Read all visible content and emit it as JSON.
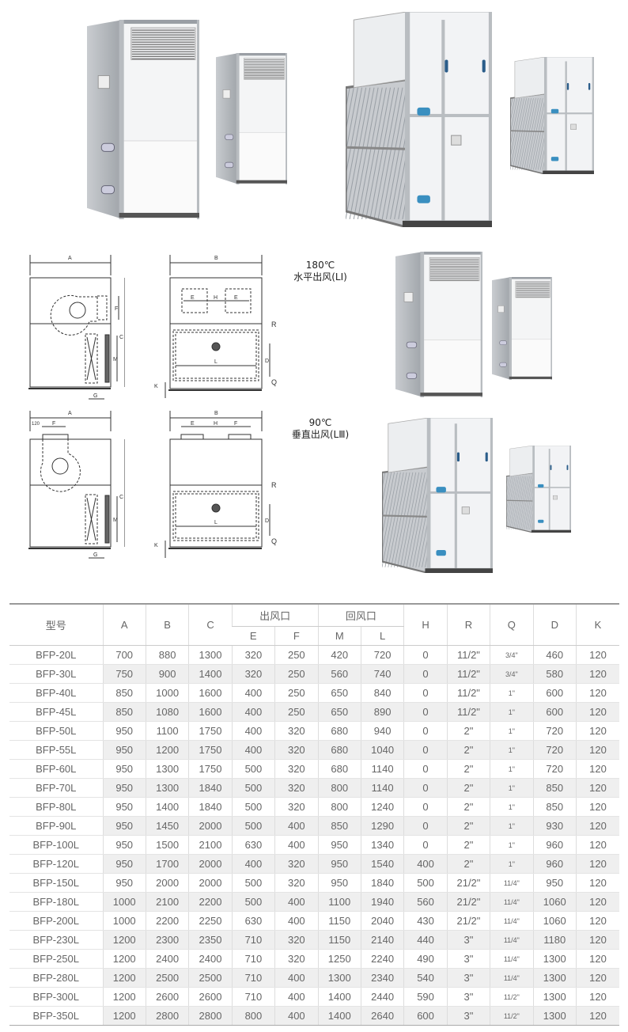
{
  "diagrams": {
    "horizontal": {
      "angle": "180℃",
      "title": "水平出风(LⅠ)"
    },
    "vertical": {
      "angle": "90℃",
      "title": "垂直出风(LⅢ)"
    },
    "labels": {
      "A": "A",
      "B": "B",
      "C": "C",
      "D": "D",
      "E": "E",
      "F": "F",
      "G": "G",
      "H": "H",
      "K": "K",
      "L": "L",
      "M": "M",
      "R": "R",
      "Q": "Q",
      "offset": "120"
    }
  },
  "table": {
    "headers": {
      "model": "型号",
      "A": "A",
      "B": "B",
      "C": "C",
      "outlet": "出风口",
      "return": "回风口",
      "E": "E",
      "F": "F",
      "M": "M",
      "L": "L",
      "H": "H",
      "R": "R",
      "Q": "Q",
      "D": "D",
      "K": "K"
    },
    "rows": [
      [
        "BFP-20L",
        "700",
        "880",
        "1300",
        "320",
        "250",
        "420",
        "720",
        "0",
        "11/2\"",
        "3/4\"",
        "460",
        "120"
      ],
      [
        "BFP-30L",
        "750",
        "900",
        "1400",
        "320",
        "250",
        "560",
        "740",
        "0",
        "11/2\"",
        "3/4\"",
        "580",
        "120"
      ],
      [
        "BFP-40L",
        "850",
        "1000",
        "1600",
        "400",
        "250",
        "650",
        "840",
        "0",
        "11/2\"",
        "1\"",
        "600",
        "120"
      ],
      [
        "BFP-45L",
        "850",
        "1080",
        "1600",
        "400",
        "250",
        "650",
        "890",
        "0",
        "11/2\"",
        "1\"",
        "600",
        "120"
      ],
      [
        "BFP-50L",
        "950",
        "1100",
        "1750",
        "400",
        "320",
        "680",
        "940",
        "0",
        "2\"",
        "1\"",
        "720",
        "120"
      ],
      [
        "BFP-55L",
        "950",
        "1200",
        "1750",
        "400",
        "320",
        "680",
        "1040",
        "0",
        "2\"",
        "1\"",
        "720",
        "120"
      ],
      [
        "BFP-60L",
        "950",
        "1300",
        "1750",
        "500",
        "320",
        "680",
        "1140",
        "0",
        "2\"",
        "1\"",
        "720",
        "120"
      ],
      [
        "BFP-70L",
        "950",
        "1300",
        "1840",
        "500",
        "320",
        "800",
        "1140",
        "0",
        "2\"",
        "1\"",
        "850",
        "120"
      ],
      [
        "BFP-80L",
        "950",
        "1400",
        "1840",
        "500",
        "320",
        "800",
        "1240",
        "0",
        "2\"",
        "1\"",
        "850",
        "120"
      ],
      [
        "BFP-90L",
        "950",
        "1450",
        "2000",
        "500",
        "400",
        "850",
        "1290",
        "0",
        "2\"",
        "1\"",
        "930",
        "120"
      ],
      [
        "BFP-100L",
        "950",
        "1500",
        "2100",
        "630",
        "400",
        "950",
        "1340",
        "0",
        "2\"",
        "1\"",
        "960",
        "120"
      ],
      [
        "BFP-120L",
        "950",
        "1700",
        "2000",
        "400",
        "320",
        "950",
        "1540",
        "400",
        "2\"",
        "1\"",
        "960",
        "120"
      ],
      [
        "BFP-150L",
        "950",
        "2000",
        "2000",
        "500",
        "320",
        "950",
        "1840",
        "500",
        "21/2\"",
        "11/4\"",
        "950",
        "120"
      ],
      [
        "BFP-180L",
        "1000",
        "2100",
        "2200",
        "500",
        "400",
        "1100",
        "1940",
        "560",
        "21/2\"",
        "11/4\"",
        "1060",
        "120"
      ],
      [
        "BFP-200L",
        "1000",
        "2200",
        "2250",
        "630",
        "400",
        "1150",
        "2040",
        "430",
        "21/2\"",
        "11/4\"",
        "1060",
        "120"
      ],
      [
        "BFP-230L",
        "1200",
        "2300",
        "2350",
        "710",
        "320",
        "1150",
        "2140",
        "440",
        "3\"",
        "11/4\"",
        "1180",
        "120"
      ],
      [
        "BFP-250L",
        "1200",
        "2400",
        "2400",
        "710",
        "320",
        "1250",
        "2240",
        "490",
        "3\"",
        "11/4\"",
        "1300",
        "120"
      ],
      [
        "BFP-280L",
        "1200",
        "2500",
        "2500",
        "710",
        "400",
        "1300",
        "2340",
        "540",
        "3\"",
        "11/4\"",
        "1300",
        "120"
      ],
      [
        "BFP-300L",
        "1200",
        "2600",
        "2600",
        "710",
        "400",
        "1400",
        "2440",
        "590",
        "3\"",
        "11/2\"",
        "1300",
        "120"
      ],
      [
        "BFP-350L",
        "1200",
        "2800",
        "2800",
        "800",
        "400",
        "1400",
        "2640",
        "600",
        "3\"",
        "11/2\"",
        "1300",
        "120"
      ]
    ]
  }
}
